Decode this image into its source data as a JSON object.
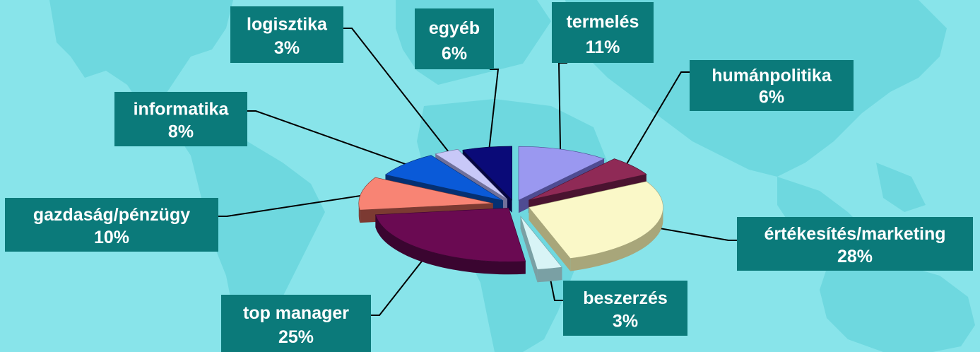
{
  "chart_data": {
    "type": "pie",
    "title": "",
    "slices": [
      {
        "name": "termelés",
        "label": "11%",
        "value": 11,
        "color": "#9a98f0",
        "dark": "#4f4c92"
      },
      {
        "name": "humánpolitika",
        "label": "6%",
        "value": 6,
        "color": "#8f2a56",
        "dark": "#4a1330"
      },
      {
        "name": "értékesítés/marketing",
        "label": "28%",
        "value": 28,
        "color": "#faf8c8",
        "dark": "#a8a67a"
      },
      {
        "name": "beszerzés",
        "label": "3%",
        "value": 3,
        "color": "#d8f4f6",
        "dark": "#7aa0a4"
      },
      {
        "name": "top manager",
        "label": "25%",
        "value": 25,
        "color": "#6a0a52",
        "dark": "#3a0530"
      },
      {
        "name": "gazdaság/pénzügy",
        "label": "10%",
        "value": 10,
        "color": "#f88474",
        "dark": "#7c3a32"
      },
      {
        "name": "informatika",
        "label": "8%",
        "value": 8,
        "color": "#0a5ad8",
        "dark": "#053072"
      },
      {
        "name": "logisztika",
        "label": "3%",
        "value": 3,
        "color": "#c8c8f8",
        "dark": "#70709a"
      },
      {
        "name": "egyéb",
        "label": "6%",
        "value": 6,
        "color": "#0a0a78",
        "dark": "#050540"
      }
    ],
    "legend": "none",
    "label_box_color": "#0b7a7a"
  }
}
